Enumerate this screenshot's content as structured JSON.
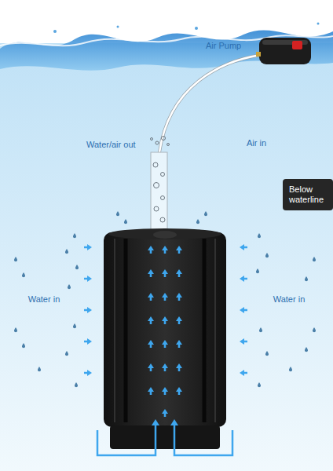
{
  "diagram": {
    "nodes": [
      {
        "text": [
          "Below waterline"
        ]
      }
    ],
    "labels": [
      "Air Pump",
      "Water/air out",
      "Air in",
      "Water in",
      "Water in"
    ]
  }
}
